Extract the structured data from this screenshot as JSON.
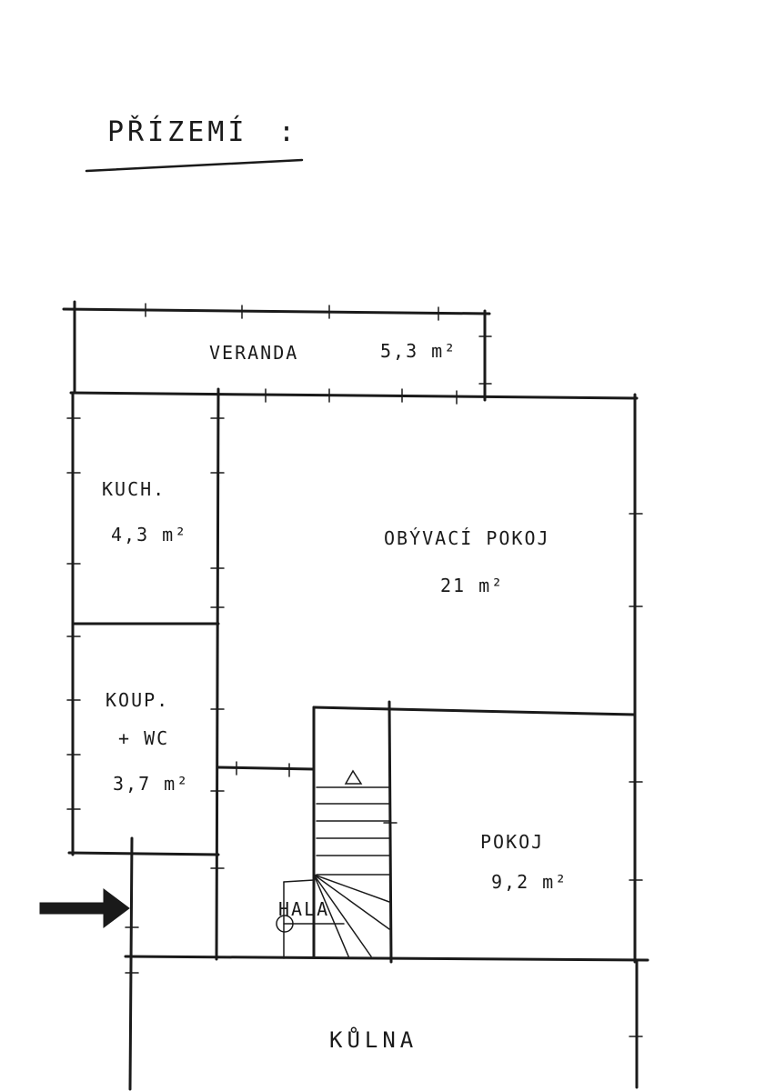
{
  "page": {
    "title": "PŘÍZEMÍ",
    "title_suffix": ":"
  },
  "rooms": {
    "veranda": {
      "name": "VERANDA",
      "area": "5,3 m²"
    },
    "kitchen": {
      "name": "KUCH.",
      "area": "4,3 m²"
    },
    "living_room": {
      "name": "OBÝVACÍ POKOJ",
      "area": "21 m²"
    },
    "bathroom": {
      "name_line1": "KOUP.",
      "name_line2": "+ WC",
      "area": "3,7 m²"
    },
    "room": {
      "name": "POKOJ",
      "area": "9,2 m²"
    },
    "hall": {
      "name": "HALA"
    },
    "shed": {
      "name": "KŮLNA"
    }
  },
  "colors": {
    "ink": "#1a1a1a",
    "paper": "#ffffff"
  }
}
